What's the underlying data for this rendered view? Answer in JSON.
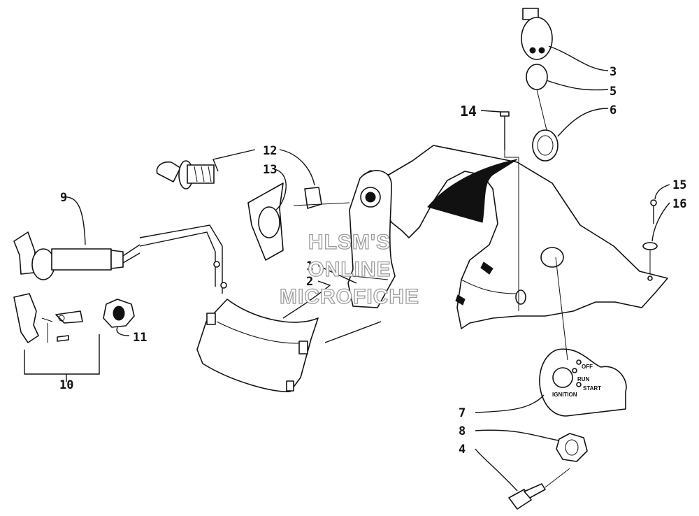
{
  "callouts": [
    "1",
    "2",
    "3",
    "4",
    "5",
    "6",
    "7",
    "8",
    "9",
    "10",
    "11",
    "12",
    "13",
    "14",
    "15",
    "16"
  ],
  "watermark": [
    "HLSM'S",
    "ONLINE",
    "MICROFICHE"
  ],
  "switch_labels": {
    "off": "OFF",
    "run": "RUN",
    "start": "START",
    "ignition": "IGNITION"
  }
}
